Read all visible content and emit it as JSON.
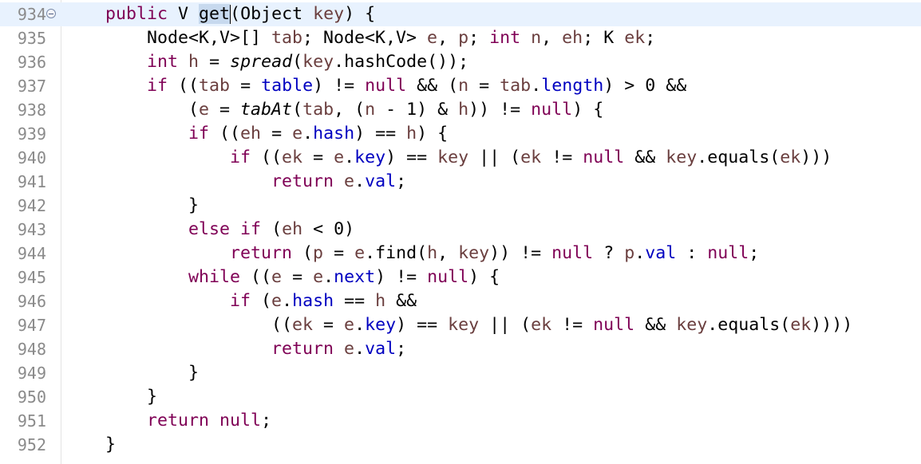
{
  "editor": {
    "line_numbers": [
      "934",
      "935",
      "936",
      "937",
      "938",
      "939",
      "940",
      "941",
      "942",
      "943",
      "944",
      "945",
      "946",
      "947",
      "948",
      "949",
      "950",
      "951",
      "952"
    ],
    "lines": [
      [
        [
          "t",
          "    "
        ],
        [
          "kw",
          "public"
        ],
        [
          "t",
          " V "
        ],
        [
          "hl",
          "get"
        ],
        [
          "caret",
          ""
        ],
        [
          "t",
          "(Object "
        ],
        [
          "lv",
          "key"
        ],
        [
          "t",
          ") {"
        ]
      ],
      [
        [
          "t",
          "        Node<K,V>[] "
        ],
        [
          "lv",
          "tab"
        ],
        [
          "t",
          "; Node<K,V> "
        ],
        [
          "lv",
          "e"
        ],
        [
          "t",
          ", "
        ],
        [
          "lv",
          "p"
        ],
        [
          "t",
          "; "
        ],
        [
          "kw",
          "int"
        ],
        [
          "t",
          " "
        ],
        [
          "lv",
          "n"
        ],
        [
          "t",
          ", "
        ],
        [
          "lv",
          "eh"
        ],
        [
          "t",
          "; K "
        ],
        [
          "lv",
          "ek"
        ],
        [
          "t",
          ";"
        ]
      ],
      [
        [
          "t",
          "        "
        ],
        [
          "kw",
          "int"
        ],
        [
          "t",
          " "
        ],
        [
          "lv",
          "h"
        ],
        [
          "t",
          " = "
        ],
        [
          "it",
          "spread"
        ],
        [
          "t",
          "("
        ],
        [
          "lv",
          "key"
        ],
        [
          "t",
          ".hashCode());"
        ]
      ],
      [
        [
          "t",
          "        "
        ],
        [
          "kw",
          "if"
        ],
        [
          "t",
          " (("
        ],
        [
          "lv",
          "tab"
        ],
        [
          "t",
          " = "
        ],
        [
          "fld",
          "table"
        ],
        [
          "t",
          ") != "
        ],
        [
          "kw",
          "null"
        ],
        [
          "t",
          " && ("
        ],
        [
          "lv",
          "n"
        ],
        [
          "t",
          " = "
        ],
        [
          "lv",
          "tab"
        ],
        [
          "t",
          "."
        ],
        [
          "fld",
          "length"
        ],
        [
          "t",
          ") > 0 &&"
        ]
      ],
      [
        [
          "t",
          "            ("
        ],
        [
          "lv",
          "e"
        ],
        [
          "t",
          " = "
        ],
        [
          "it",
          "tabAt"
        ],
        [
          "t",
          "("
        ],
        [
          "lv",
          "tab"
        ],
        [
          "t",
          ", ("
        ],
        [
          "lv",
          "n"
        ],
        [
          "t",
          " - 1) & "
        ],
        [
          "lv",
          "h"
        ],
        [
          "t",
          ")) != "
        ],
        [
          "kw",
          "null"
        ],
        [
          "t",
          ") {"
        ]
      ],
      [
        [
          "t",
          "            "
        ],
        [
          "kw",
          "if"
        ],
        [
          "t",
          " (("
        ],
        [
          "lv",
          "eh"
        ],
        [
          "t",
          " = "
        ],
        [
          "lv",
          "e"
        ],
        [
          "t",
          "."
        ],
        [
          "fld",
          "hash"
        ],
        [
          "t",
          ") == "
        ],
        [
          "lv",
          "h"
        ],
        [
          "t",
          ") {"
        ]
      ],
      [
        [
          "t",
          "                "
        ],
        [
          "kw",
          "if"
        ],
        [
          "t",
          " (("
        ],
        [
          "lv",
          "ek"
        ],
        [
          "t",
          " = "
        ],
        [
          "lv",
          "e"
        ],
        [
          "t",
          "."
        ],
        [
          "fld",
          "key"
        ],
        [
          "t",
          ") == "
        ],
        [
          "lv",
          "key"
        ],
        [
          "t",
          " || ("
        ],
        [
          "lv",
          "ek"
        ],
        [
          "t",
          " != "
        ],
        [
          "kw",
          "null"
        ],
        [
          "t",
          " && "
        ],
        [
          "lv",
          "key"
        ],
        [
          "t",
          ".equals("
        ],
        [
          "lv",
          "ek"
        ],
        [
          "t",
          ")))"
        ]
      ],
      [
        [
          "t",
          "                    "
        ],
        [
          "kw",
          "return"
        ],
        [
          "t",
          " "
        ],
        [
          "lv",
          "e"
        ],
        [
          "t",
          "."
        ],
        [
          "fld",
          "val"
        ],
        [
          "t",
          ";"
        ]
      ],
      [
        [
          "t",
          "            }"
        ]
      ],
      [
        [
          "t",
          "            "
        ],
        [
          "kw",
          "else"
        ],
        [
          "t",
          " "
        ],
        [
          "kw",
          "if"
        ],
        [
          "t",
          " ("
        ],
        [
          "lv",
          "eh"
        ],
        [
          "t",
          " < 0)"
        ]
      ],
      [
        [
          "t",
          "                "
        ],
        [
          "kw",
          "return"
        ],
        [
          "t",
          " ("
        ],
        [
          "lv",
          "p"
        ],
        [
          "t",
          " = "
        ],
        [
          "lv",
          "e"
        ],
        [
          "t",
          ".find("
        ],
        [
          "lv",
          "h"
        ],
        [
          "t",
          ", "
        ],
        [
          "lv",
          "key"
        ],
        [
          "t",
          ")) != "
        ],
        [
          "kw",
          "null"
        ],
        [
          "t",
          " ? "
        ],
        [
          "lv",
          "p"
        ],
        [
          "t",
          "."
        ],
        [
          "fld",
          "val"
        ],
        [
          "t",
          " : "
        ],
        [
          "kw",
          "null"
        ],
        [
          "t",
          ";"
        ]
      ],
      [
        [
          "t",
          "            "
        ],
        [
          "kw",
          "while"
        ],
        [
          "t",
          " (("
        ],
        [
          "lv",
          "e"
        ],
        [
          "t",
          " = "
        ],
        [
          "lv",
          "e"
        ],
        [
          "t",
          "."
        ],
        [
          "fld",
          "next"
        ],
        [
          "t",
          ") != "
        ],
        [
          "kw",
          "null"
        ],
        [
          "t",
          ") {"
        ]
      ],
      [
        [
          "t",
          "                "
        ],
        [
          "kw",
          "if"
        ],
        [
          "t",
          " ("
        ],
        [
          "lv",
          "e"
        ],
        [
          "t",
          "."
        ],
        [
          "fld",
          "hash"
        ],
        [
          "t",
          " == "
        ],
        [
          "lv",
          "h"
        ],
        [
          "t",
          " &&"
        ]
      ],
      [
        [
          "t",
          "                    (("
        ],
        [
          "lv",
          "ek"
        ],
        [
          "t",
          " = "
        ],
        [
          "lv",
          "e"
        ],
        [
          "t",
          "."
        ],
        [
          "fld",
          "key"
        ],
        [
          "t",
          ") == "
        ],
        [
          "lv",
          "key"
        ],
        [
          "t",
          " || ("
        ],
        [
          "lv",
          "ek"
        ],
        [
          "t",
          " != "
        ],
        [
          "kw",
          "null"
        ],
        [
          "t",
          " && "
        ],
        [
          "lv",
          "key"
        ],
        [
          "t",
          ".equals("
        ],
        [
          "lv",
          "ek"
        ],
        [
          "t",
          "))))"
        ]
      ],
      [
        [
          "t",
          "                    "
        ],
        [
          "kw",
          "return"
        ],
        [
          "t",
          " "
        ],
        [
          "lv",
          "e"
        ],
        [
          "t",
          "."
        ],
        [
          "fld",
          "val"
        ],
        [
          "t",
          ";"
        ]
      ],
      [
        [
          "t",
          "            }"
        ]
      ],
      [
        [
          "t",
          "        }"
        ]
      ],
      [
        [
          "t",
          "        "
        ],
        [
          "kw",
          "return"
        ],
        [
          "t",
          " "
        ],
        [
          "kw",
          "null"
        ],
        [
          "t",
          ";"
        ]
      ],
      [
        [
          "t",
          "    }"
        ]
      ]
    ],
    "colors": {
      "keyword": "#7f0055",
      "field": "#0000c0",
      "local_variable": "#6a3e3e",
      "line_number": "#8a8a8a",
      "current_line": "#e8f2fe",
      "selection": "#c7d9ee"
    },
    "fold_icon": "collapse-minus-icon"
  }
}
